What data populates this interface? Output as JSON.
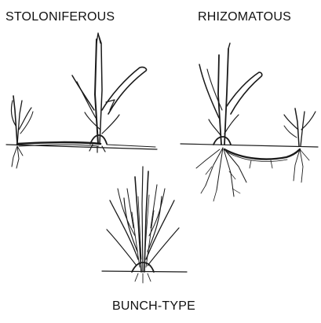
{
  "diagram": {
    "labels": {
      "stoloniferous": "STOLONIFEROUS",
      "rhizomatous": "RHIZOMATOUS",
      "bunch_type": "BUNCH-TYPE"
    },
    "ink_color": "#1a1a1a",
    "background_color": "#ffffff"
  }
}
